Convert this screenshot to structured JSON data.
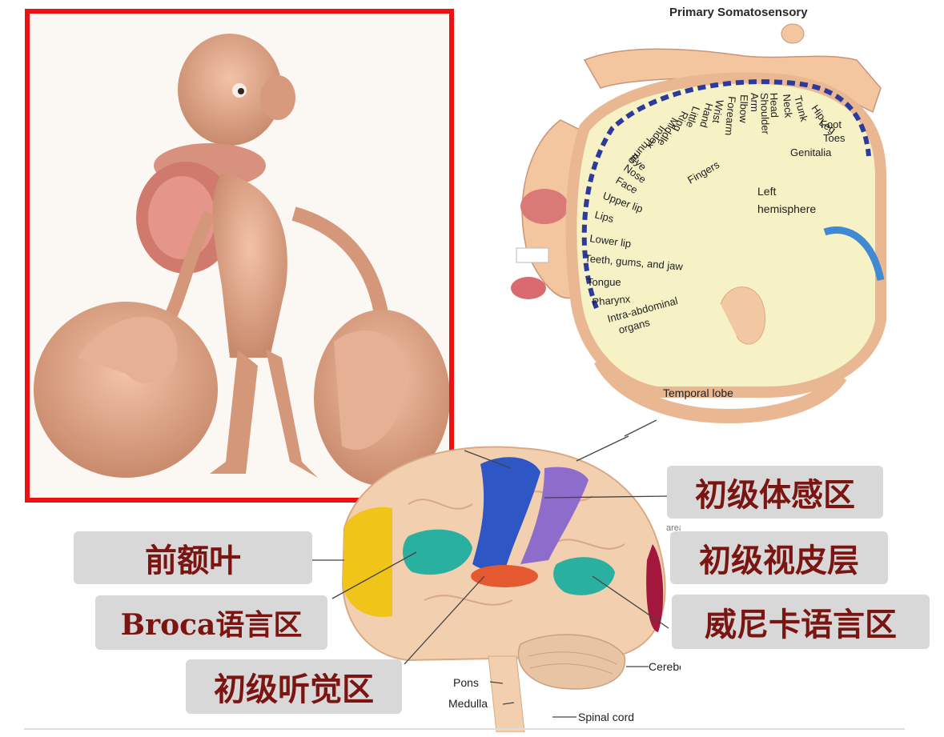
{
  "somatosensory": {
    "title": "Primary Somatosensory",
    "body_parts": [
      "Trunk",
      "Hip",
      "Leg",
      "Foot",
      "Toes",
      "Genitalia",
      "Neck",
      "Head",
      "Shoulder",
      "Arm",
      "Elbow",
      "Forearm",
      "Wrist",
      "Hand",
      "Little",
      "Ring",
      "Middle",
      "Index",
      "Thumb",
      "Fingers",
      "Eye",
      "Nose",
      "Face",
      "Upper lip",
      "Lips",
      "Lower lip",
      "Teeth, gums, and jaw",
      "Tongue",
      "Pharynx",
      "Intra-abdominal",
      "organs"
    ],
    "hemisphere_label_1": "Left",
    "hemisphere_label_2": "hemisphere",
    "temporal_lobe": "Temporal lobe"
  },
  "brain": {
    "cerebellum": "Cerebellum",
    "pons": "Pons",
    "medulla": "Medulla",
    "spinal_cord": "Spinal cord",
    "area_fragment": "area"
  },
  "cn_labels": {
    "somatosensory": "初级体感区",
    "visual": "初级视皮层",
    "wernicke": "威尼卡语言区",
    "prefrontal": "前额叶",
    "broca": "Broca语言区",
    "auditory": "初级听觉区"
  },
  "colors": {
    "frame": "#ee1111",
    "label_bg": "#d8d8d8",
    "label_text": "#7a1512",
    "motor": "#2e56c4",
    "sensory": "#8e6ccc",
    "prefrontal": "#f0c419",
    "broca": "#2ab0a0",
    "auditory": "#e4592f",
    "visual": "#a3173c",
    "skin": "#f3c6a0",
    "dash": "#2c3a9a"
  }
}
